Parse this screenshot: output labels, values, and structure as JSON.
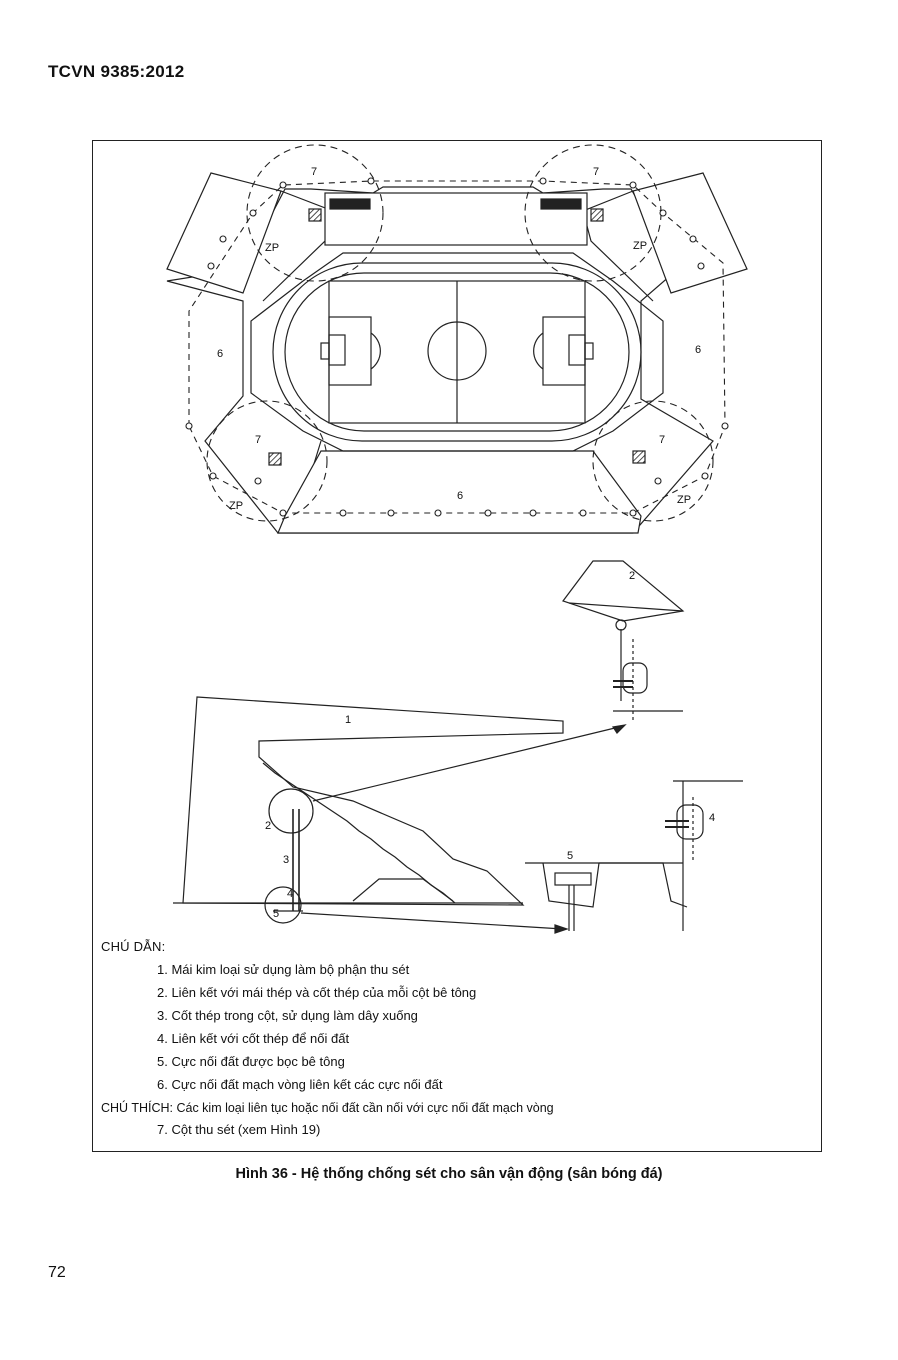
{
  "header": {
    "standard_code": "TCVN 9385:2012"
  },
  "figure": {
    "plan_labels": {
      "rod_top_left": "7",
      "rod_top_right": "7",
      "rod_bottom_left": "7",
      "rod_bottom_right": "7",
      "zone_top_left": "ZP",
      "zone_top_right": "ZP",
      "zone_bottom_left": "ZP",
      "zone_bottom_right": "ZP",
      "ring_left": "6",
      "ring_right": "6",
      "ring_bottom": "6"
    },
    "section_labels": {
      "roof": "1",
      "bond_circle": "2",
      "column_rebar": "3",
      "earth_bond": "4",
      "electrode": "5",
      "detail_top": "2",
      "detail_right": "4",
      "detail_pit": "5"
    }
  },
  "legend": {
    "heading": "CHÚ DẪN:",
    "items": [
      "1. Mái kim loại sử dụng làm bộ phận thu sét",
      "2. Liên kết với mái thép và cốt thép của mỗi cột bê tông",
      "3. Cốt thép trong cột, sử dụng làm dây xuống",
      "4. Liên kết với cốt thép để nối đất",
      "5. Cực nối đất được bọc bê tông",
      "6. Cực nối đất mạch vòng liên kết các cực nối đất"
    ],
    "note": "CHÚ THÍCH: Các kim loại liên tục hoặc nối đất cần nối với cực nối đất mạch vòng",
    "note_item": "7. Cột thu sét (xem Hình 19)"
  },
  "caption": "Hình 36 - Hệ thống chống sét cho sân vận động (sân bóng đá)",
  "page_number": "72"
}
